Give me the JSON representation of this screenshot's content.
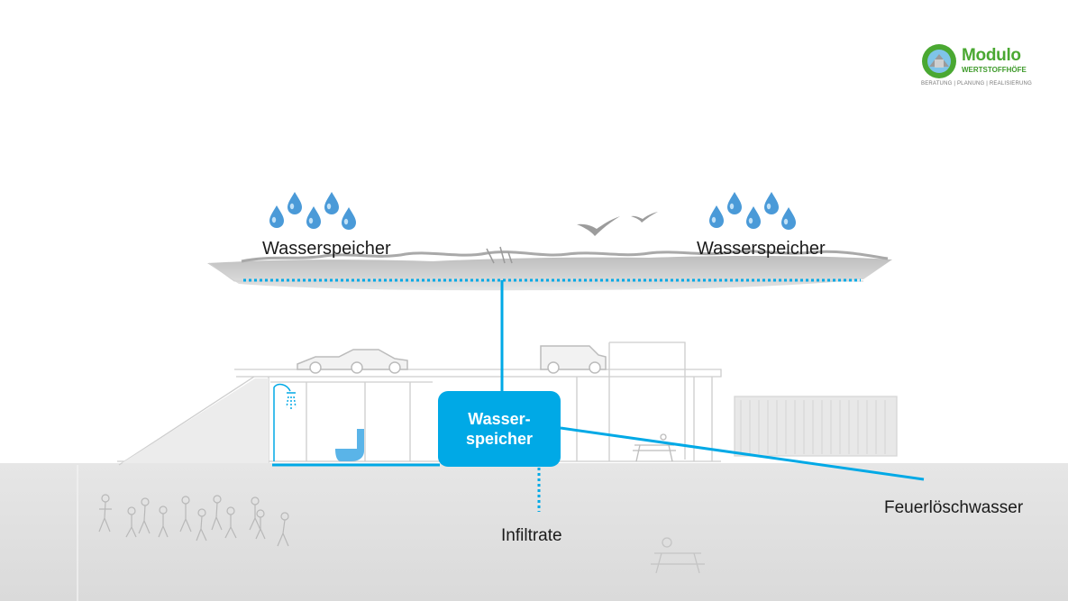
{
  "logo": {
    "name": "Modulo",
    "subtitle": "WERTSTOFFHÖFE",
    "tagline": "BERATUNG | PLANUNG | REALISIERUNG"
  },
  "labels": {
    "roof_left": "Wasserspeicher",
    "roof_right": "Wasserspeicher",
    "storage": "Wasser-\nspeicher",
    "infiltrate": "Infiltrate",
    "fire_water": "Feuerlöschwasser"
  },
  "icons": [
    "water-drops-icon",
    "birds-icon",
    "car-icon",
    "van-icon",
    "shower-icon",
    "toilet-icon",
    "bench-icon",
    "people-icon"
  ],
  "colors": {
    "accent": "#00a9e6",
    "drop": "#4a9ad8",
    "sketch": "#c8c8c8",
    "ground": "#e2e2e2",
    "logo_green": "#4aa832"
  }
}
